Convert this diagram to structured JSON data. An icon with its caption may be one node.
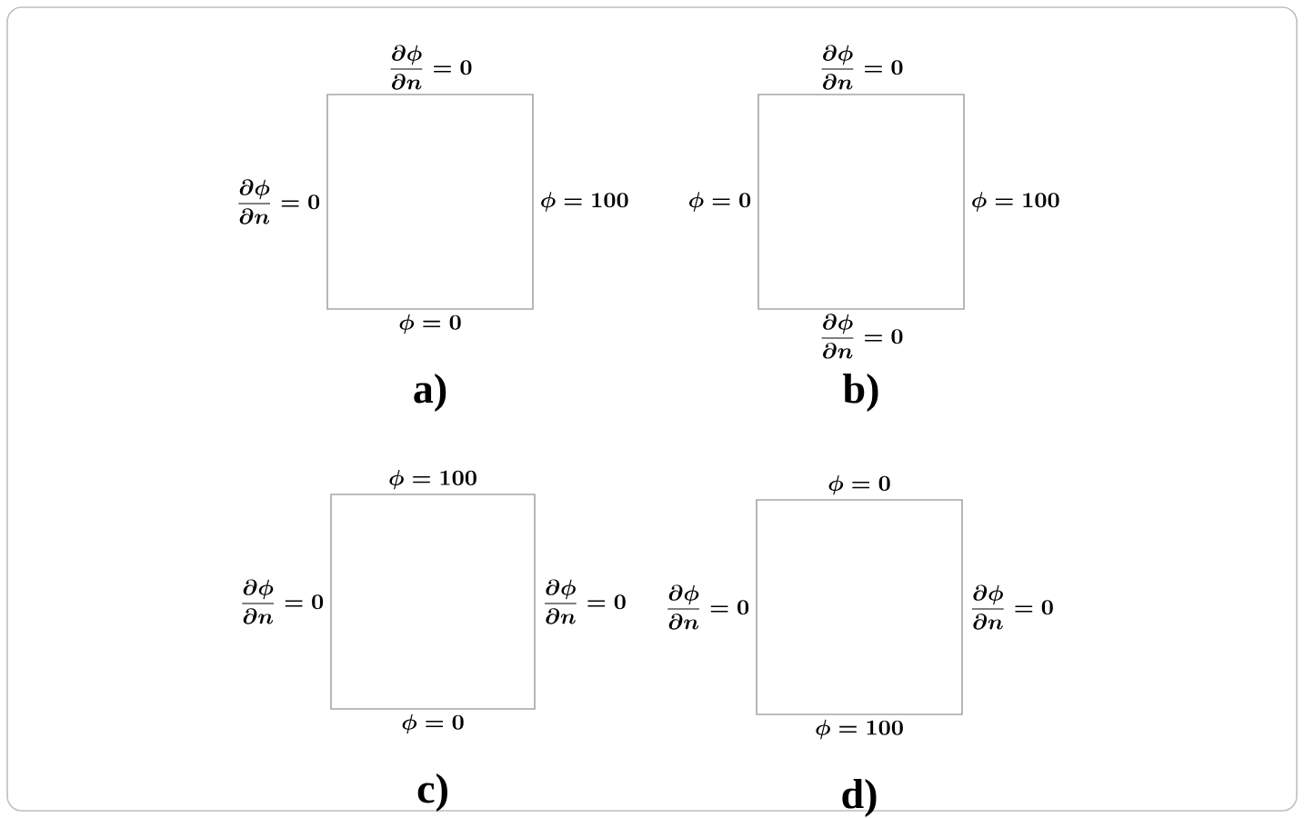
{
  "diagram": {
    "nodes": [
      {
        "text": [],
        "shape": "box",
        "beside": [
          "\\frac{\\partial \\phi}{\\partial n}=0",
          "\\frac{\\partial \\phi}{\\partial n}=0",
          "\\phi=100",
          "\\phi=0"
        ]
      },
      {
        "text": [],
        "shape": "box",
        "beside": [
          "\\frac{\\partial \\phi}{\\partial n}=0",
          "\\phi=0",
          "\\phi=100",
          "\\frac{\\partial \\phi}{\\partial n}=0"
        ]
      },
      {
        "text": [],
        "shape": "box",
        "beside": [
          "\\phi=100",
          "\\frac{\\partial \\phi}{\\partial n}=0",
          "\\frac{\\partial \\phi}{\\partial n}=0",
          "\\phi=0"
        ]
      },
      {
        "text": [],
        "shape": "box",
        "beside": [
          "\\phi=0",
          "\\frac{\\partial \\phi}{\\partial n}=0",
          "\\frac{\\partial \\phi}{\\partial n}=0",
          "\\phi=100"
        ]
      }
    ],
    "labels": [
      "a)",
      "b)",
      "c)",
      "d)"
    ]
  }
}
